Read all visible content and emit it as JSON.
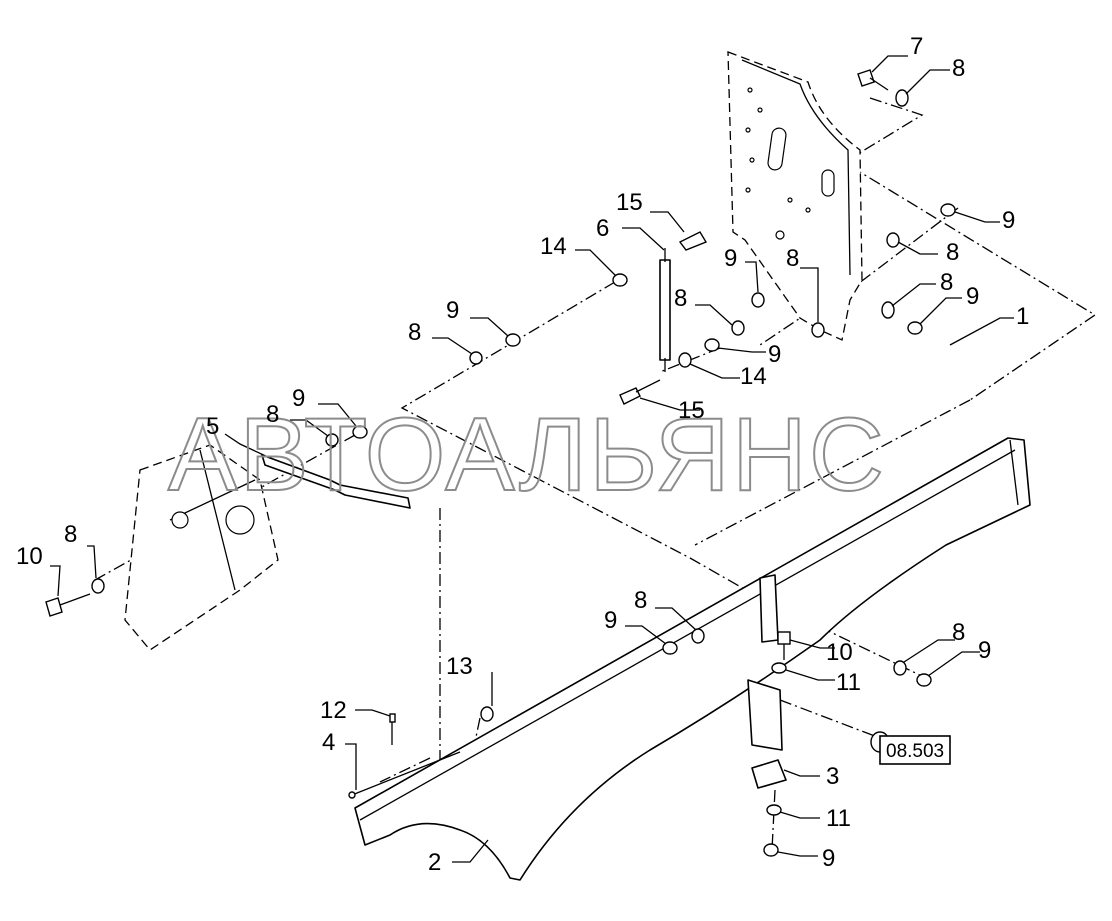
{
  "diagram": {
    "callouts": {
      "c1": "1",
      "c2": "2",
      "c3": "3",
      "c4": "4",
      "c5": "5",
      "c6": "6",
      "c7": "7",
      "c8": "8",
      "c9": "9",
      "c10": "10",
      "c11": "11",
      "c12": "12",
      "c13": "13",
      "c14": "14",
      "c15": "15"
    },
    "reference_box": "08.503",
    "watermark": "АВТОАЛЬЯНС"
  }
}
